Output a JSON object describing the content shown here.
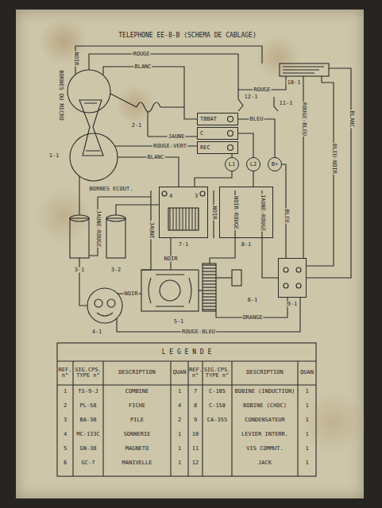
{
  "diagram": {
    "title": "TELEPHONE EE-8-B (SCHEMA DE CABLAGE)",
    "nodes": [
      {
        "text": [
          "TBBAT"
        ]
      },
      {
        "text": [
          "C"
        ]
      },
      {
        "text": [
          "REC"
        ]
      },
      {
        "text": [
          "L1"
        ]
      },
      {
        "text": [
          "L2"
        ]
      },
      {
        "text": [
          "B+"
        ]
      },
      {
        "text": [
          "7-1"
        ]
      },
      {
        "text": [
          "8-1"
        ]
      },
      {
        "text": [
          "9-1"
        ]
      }
    ],
    "edges": [
      {
        "from": 3,
        "to": 6,
        "arrow": "none"
      },
      {
        "from": 4,
        "to": 7,
        "arrow": "none"
      },
      {
        "from": 5,
        "to": 8,
        "label": "BLEU",
        "arrow": "none"
      },
      {
        "from": 2,
        "to": 3,
        "arrow": "none"
      },
      {
        "from": 1,
        "to": 4,
        "arrow": "none"
      },
      {
        "from": 0,
        "to": 5,
        "label": "BLEU",
        "arrow": "none"
      },
      {
        "from": 7,
        "to": 8,
        "arrow": "none"
      }
    ],
    "labels": [
      "NOIR",
      "ROUGE",
      "BLANC",
      "BORNES DU MICRO",
      "1-1",
      "BORNES ECOUT.",
      "2-1",
      "ROUGE",
      "10-1",
      "12-1",
      "11-1",
      "BLANC",
      "ROUGE-BLEU",
      "BLEU-NOIR",
      "JAUNE",
      "BLANC",
      "ROUGE-VERT",
      "JAUNE",
      "NOIR",
      "NOIR-ROUGE",
      "JAUNE-ROUGE",
      "3-1",
      "3-2",
      "JAUNE-ROUGE",
      "NOIR",
      "4-1",
      "NOIR",
      "5-1",
      "6-1",
      "ORANGE",
      "ROUGE-BLEU",
      "4",
      "3",
      "L E G E N D E",
      "REF. n°",
      "SIG.CPS. TYPE n°",
      "DESCRIPTION",
      "QUAN",
      "REF. n°",
      "SIG.CPS. TYPE n°",
      "DESCRIPTION",
      "QUAN",
      "1",
      "TS-9-J",
      "COMBINE",
      "1",
      "7",
      "C-105",
      "BOBINE (INDUCTION)",
      "1",
      "2",
      "PL-58",
      "FICHE",
      "4",
      "8",
      "C-158",
      "BOBINE (CHOC)",
      "1",
      "3",
      "BA-30",
      "PILE",
      "2",
      "9",
      "CA-355",
      "CONDENSATEUR",
      "1",
      "4",
      "MC-133C",
      "SONNERIE",
      "1",
      "10",
      "LEVIER INTERR.",
      "1",
      "5",
      "GN-38",
      "MAGNETO",
      "1",
      "11",
      "VIS COMMUT.",
      "1",
      "6",
      "GC-7",
      "MANIVELLE",
      "1",
      "12",
      "JACK",
      "1"
    ]
  }
}
